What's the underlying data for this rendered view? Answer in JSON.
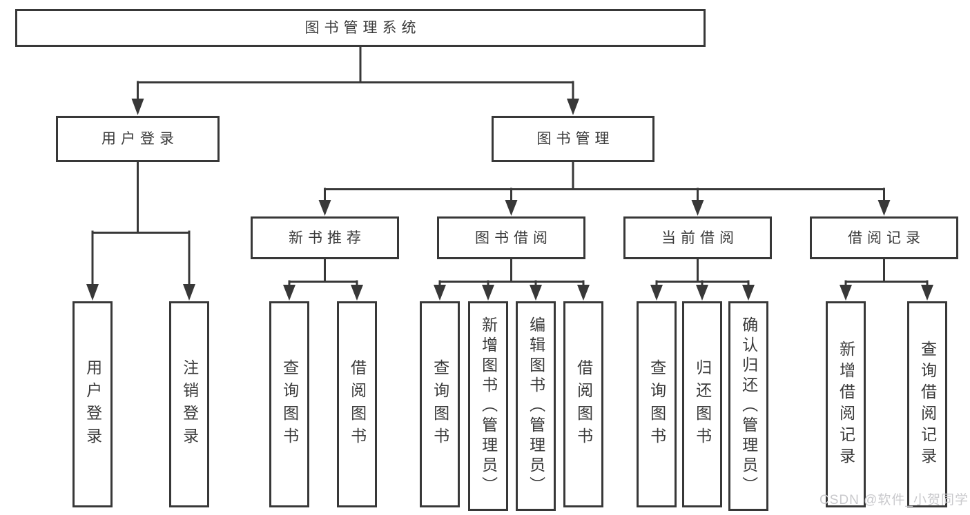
{
  "diagram": {
    "title": "图书管理系统",
    "level2": [
      {
        "label": "用户登录"
      },
      {
        "label": "图书管理"
      }
    ],
    "level3": [
      {
        "label": "新书推荐"
      },
      {
        "label": "图书借阅"
      },
      {
        "label": "当前借阅"
      },
      {
        "label": "借阅记录"
      }
    ],
    "leaves": [
      {
        "label": "用户登录"
      },
      {
        "label": "注销登录"
      },
      {
        "label": "查询图书"
      },
      {
        "label": "借阅图书"
      },
      {
        "label": "查询图书"
      },
      {
        "label": "新增图书（管理员）"
      },
      {
        "label": "编辑图书（管理员）"
      },
      {
        "label": "借阅图书"
      },
      {
        "label": "查询图书"
      },
      {
        "label": "归还图书"
      },
      {
        "label": "确认归还（管理员）"
      },
      {
        "label": "新增借阅记录"
      },
      {
        "label": "查询借阅记录"
      }
    ]
  },
  "watermark": {
    "text": "CSDN @软件_小贺同学"
  },
  "colors": {
    "line": "#383838",
    "text": "#3a3a3a",
    "background": "#ffffff",
    "watermark": "#c9c9cc"
  }
}
